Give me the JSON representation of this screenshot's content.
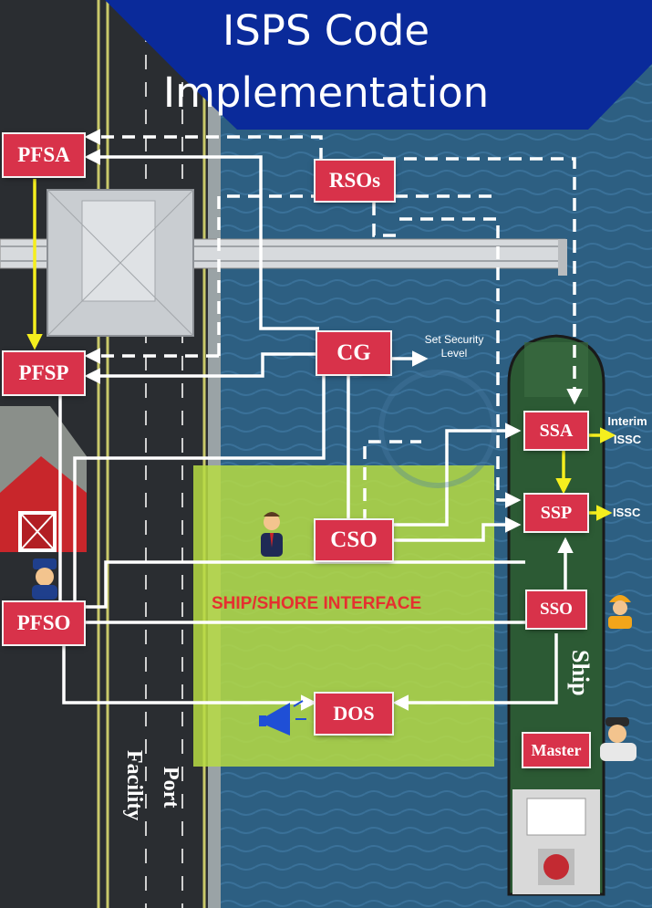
{
  "title": {
    "line1": "ISPS Code",
    "line2": "Implementation"
  },
  "nodes": {
    "pfsa": "PFSA",
    "rsos": "RSOs",
    "pfsp": "PFSP",
    "cg": "CG",
    "ssa": "SSA",
    "ssp": "SSP",
    "cso": "CSO",
    "sso": "SSO",
    "pfso": "PFSO",
    "dos": "DOS",
    "master": "Master"
  },
  "labels": {
    "set_security_level": [
      "Set Security",
      "Level"
    ],
    "interim_issc": [
      "Interim",
      "ISSC"
    ],
    "issc": "ISSC",
    "interface": "SHIP/SHORE INTERFACE",
    "ship": "Ship",
    "port_facility": [
      "Port",
      "Facility"
    ]
  },
  "colors": {
    "node_fill": "#d8324a",
    "title_banner": "#0a2a9a",
    "interface_zone": "#b7dc43",
    "sea": "#2d5f82",
    "ship_hull": "#2c5a34",
    "arrow_yellow": "#f5ee1e",
    "interface_text": "#e53030"
  },
  "icons": [
    "warehouse-icon",
    "police-officer-icon",
    "businessman-icon",
    "megaphone-icon",
    "worker-icon",
    "captain-icon"
  ]
}
